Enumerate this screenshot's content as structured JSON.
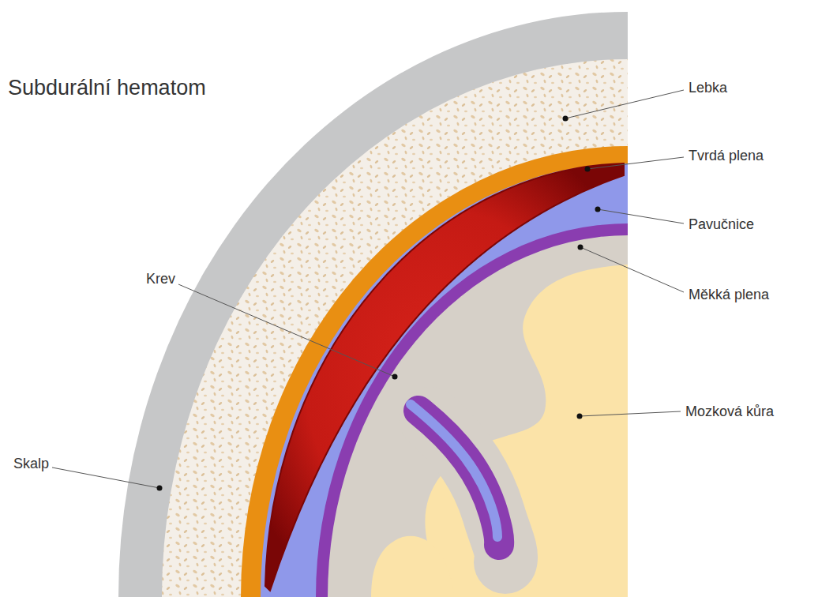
{
  "diagram": {
    "title": "Subdurální hematom",
    "labels": [
      "Lebka",
      "Tvrdá plena",
      "Pavučnice",
      "Měkká plena",
      "Mozková kůra",
      "Krev",
      "Skalp"
    ]
  }
}
